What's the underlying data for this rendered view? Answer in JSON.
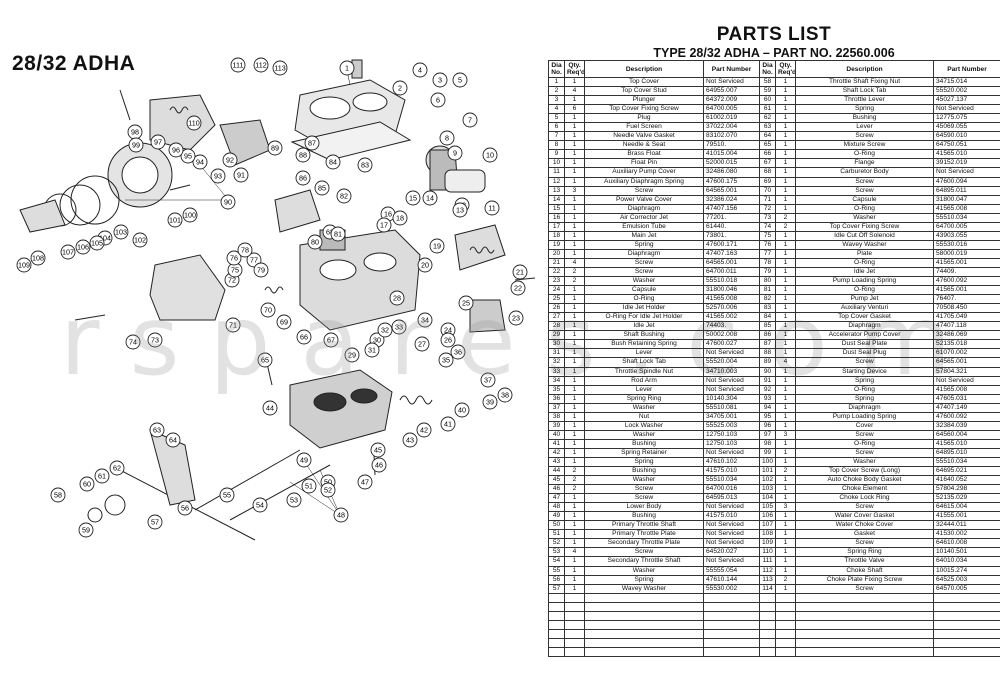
{
  "diagram": {
    "title": "28/32 ADHA",
    "callouts": [
      "1",
      "2",
      "3",
      "4",
      "5",
      "6",
      "7",
      "8",
      "9",
      "10",
      "11",
      "12",
      "13",
      "14",
      "15",
      "16",
      "17",
      "18",
      "19",
      "20",
      "21",
      "22",
      "23",
      "24",
      "25",
      "26",
      "27",
      "28",
      "29",
      "30",
      "31",
      "32",
      "33",
      "34",
      "35",
      "36",
      "37",
      "38",
      "39",
      "40",
      "41",
      "42",
      "43",
      "44",
      "45",
      "46",
      "47",
      "48",
      "49",
      "50",
      "51",
      "52",
      "53",
      "54",
      "55",
      "56",
      "57",
      "58",
      "59",
      "60",
      "61",
      "62",
      "63",
      "64",
      "65",
      "66",
      "67",
      "68",
      "69",
      "70",
      "71",
      "72",
      "73",
      "74",
      "75",
      "76",
      "77",
      "78",
      "79",
      "80",
      "81",
      "82",
      "83",
      "84",
      "85",
      "86",
      "87",
      "88",
      "89",
      "90",
      "91",
      "92",
      "93",
      "94",
      "95",
      "96",
      "97",
      "98",
      "99",
      "100",
      "101",
      "102",
      "103",
      "104",
      "105",
      "106",
      "107",
      "108",
      "109",
      "110",
      "111",
      "112",
      "113"
    ]
  },
  "watermark": "rspares.com",
  "parts_list": {
    "title": "PARTS LIST",
    "subtitle": "TYPE 28/32 ADHA  – PART NO. 22560.006",
    "headers": [
      "Dia No.",
      "Qty. Req'd",
      "Description",
      "Part Number"
    ],
    "left": [
      [
        "1",
        "1",
        "Top Cover",
        "Not Serviced"
      ],
      [
        "2",
        "4",
        "Top Cover Stud",
        "64955.007"
      ],
      [
        "3",
        "1",
        "Plunger",
        "64372.009"
      ],
      [
        "4",
        "6",
        "Top Cover Fixing Screw",
        "64700.005"
      ],
      [
        "5",
        "1",
        "Plug",
        "61002.019"
      ],
      [
        "6",
        "1",
        "Fuel Screen",
        "37022.004"
      ],
      [
        "7",
        "1",
        "Needle Valve Gasket",
        "83102.070"
      ],
      [
        "8",
        "1",
        "Needle & Seat",
        "79510."
      ],
      [
        "9",
        "1",
        "Brass Float",
        "41015.004"
      ],
      [
        "10",
        "1",
        "Float Pin",
        "52000.015"
      ],
      [
        "11",
        "1",
        "Auxiliary Pump Cover",
        "32486.080"
      ],
      [
        "12",
        "1",
        "Auxiliary Diaphragm Spring",
        "47600.175"
      ],
      [
        "13",
        "3",
        "Screw",
        "64565.001"
      ],
      [
        "14",
        "1",
        "Power Valve Cover",
        "32386.024"
      ],
      [
        "15",
        "1",
        "Diaphragm",
        "47407.156"
      ],
      [
        "16",
        "1",
        "Air Corrector Jet",
        "77201."
      ],
      [
        "17",
        "1",
        "Emulsion Tube",
        "61440."
      ],
      [
        "18",
        "1",
        "Main Jet",
        "73801."
      ],
      [
        "19",
        "1",
        "Spring",
        "47600.171"
      ],
      [
        "20",
        "1",
        "Diaphragm",
        "47407.163"
      ],
      [
        "21",
        "4",
        "Screw",
        "64565.001"
      ],
      [
        "22",
        "2",
        "Screw",
        "64700.011"
      ],
      [
        "23",
        "2",
        "Washer",
        "55510.018"
      ],
      [
        "24",
        "1",
        "Capsule",
        "31800.046"
      ],
      [
        "25",
        "1",
        "O-Ring",
        "41565.008"
      ],
      [
        "26",
        "1",
        "Idle Jet Holder",
        "52570.006"
      ],
      [
        "27",
        "1",
        "O-Ring For Idle Jet Holder",
        "41565.002"
      ],
      [
        "28",
        "1",
        "Idle Jet",
        "74403."
      ],
      [
        "29",
        "1",
        "Shaft Bushing",
        "50002.008"
      ],
      [
        "30",
        "1",
        "Bush Retaining Spring",
        "47600.027"
      ],
      [
        "31",
        "1",
        "Lever",
        "Not Serviced"
      ],
      [
        "32",
        "1",
        "Shaft Lock Tab",
        "55520.004"
      ],
      [
        "33",
        "1",
        "Throttle Spindle Nut",
        "34710.003"
      ],
      [
        "34",
        "1",
        "Rod Arm",
        "Not Serviced"
      ],
      [
        "35",
        "1",
        "Lever",
        "Not Serviced"
      ],
      [
        "36",
        "1",
        "Spring Ring",
        "10140.304"
      ],
      [
        "37",
        "1",
        "Washer",
        "55510.081"
      ],
      [
        "38",
        "1",
        "Nut",
        "34705.001"
      ],
      [
        "39",
        "1",
        "Lock Washer",
        "55525.003"
      ],
      [
        "40",
        "1",
        "Washer",
        "12750.103"
      ],
      [
        "41",
        "1",
        "Bushing",
        "12750.103"
      ],
      [
        "42",
        "1",
        "Spring Retainer",
        "Not Serviced"
      ],
      [
        "43",
        "1",
        "Spring",
        "47610.102"
      ],
      [
        "44",
        "2",
        "Bushing",
        "41575.010"
      ],
      [
        "45",
        "2",
        "Washer",
        "55510.034"
      ],
      [
        "46",
        "2",
        "Screw",
        "64700.016"
      ],
      [
        "47",
        "1",
        "Screw",
        "64595.013"
      ],
      [
        "48",
        "1",
        "Lower Body",
        "Not Serviced"
      ],
      [
        "49",
        "1",
        "Bushing",
        "41575.010"
      ],
      [
        "50",
        "1",
        "Primary Throttle Shaft",
        "Not Serviced"
      ],
      [
        "51",
        "1",
        "Primary Throttle Plate",
        "Not Serviced"
      ],
      [
        "52",
        "1",
        "Secondary Throttle Plate",
        "Not Serviced"
      ],
      [
        "53",
        "4",
        "Screw",
        "64520.027"
      ],
      [
        "54",
        "1",
        "Secondary Throttle Shaft",
        "Not Serviced"
      ],
      [
        "55",
        "1",
        "Washer",
        "55555.054"
      ],
      [
        "56",
        "1",
        "Spring",
        "47610.144"
      ],
      [
        "57",
        "1",
        "Wavey Washer",
        "55530.002"
      ]
    ],
    "right": [
      [
        "58",
        "1",
        "Throttle Shaft Fixing Nut",
        "34715.014"
      ],
      [
        "59",
        "1",
        "Shaft Lock Tab",
        "55520.002"
      ],
      [
        "60",
        "1",
        "Throttle Lever",
        "45027.137"
      ],
      [
        "61",
        "1",
        "Spring",
        "Not Serviced"
      ],
      [
        "62",
        "1",
        "Bushing",
        "12775.075"
      ],
      [
        "63",
        "1",
        "Lever",
        "45069.055"
      ],
      [
        "64",
        "1",
        "Screw",
        "64590.010"
      ],
      [
        "65",
        "1",
        "Mixture Screw",
        "64750.051"
      ],
      [
        "66",
        "1",
        "O-Ring",
        "41565.010"
      ],
      [
        "67",
        "1",
        "Flange",
        "39152.019"
      ],
      [
        "68",
        "1",
        "Carburetor Body",
        "Not Serviced"
      ],
      [
        "69",
        "1",
        "Screw",
        "47600.094"
      ],
      [
        "70",
        "1",
        "Screw",
        "64895.011"
      ],
      [
        "71",
        "1",
        "Capsule",
        "31800.047"
      ],
      [
        "72",
        "1",
        "O-Ring",
        "41565.008"
      ],
      [
        "73",
        "2",
        "Washer",
        "55510.034"
      ],
      [
        "74",
        "2",
        "Top Cover Fixing Screw",
        "64700.005"
      ],
      [
        "75",
        "1",
        "Idle Cut Off Solenoid",
        "43903.055"
      ],
      [
        "76",
        "1",
        "Wavey Washer",
        "55530.016"
      ],
      [
        "77",
        "1",
        "Plate",
        "58000.019"
      ],
      [
        "78",
        "1",
        "O-Ring",
        "41565.001"
      ],
      [
        "79",
        "1",
        "Idle Jet",
        "74409."
      ],
      [
        "80",
        "1",
        "Pump Loading Spring",
        "47600.092"
      ],
      [
        "81",
        "1",
        "O-Ring",
        "41565.001"
      ],
      [
        "82",
        "1",
        "Pump Jet",
        "76407."
      ],
      [
        "83",
        "1",
        "Auxiliary Venturi",
        "70508.450"
      ],
      [
        "84",
        "1",
        "Top Cover Gasket",
        "41705.049"
      ],
      [
        "85",
        "1",
        "Diaphragm",
        "47407.118"
      ],
      [
        "86",
        "1",
        "Accelerator Pump Cover",
        "32486.069"
      ],
      [
        "87",
        "1",
        "Dust Seal Plate",
        "52135.018"
      ],
      [
        "88",
        "1",
        "Dust Seal Plug",
        "61070.002"
      ],
      [
        "89",
        "4",
        "Screw",
        "64565.001"
      ],
      [
        "90",
        "1",
        "Starting Device",
        "57804.321"
      ],
      [
        "91",
        "1",
        "Spring",
        "Not Serviced"
      ],
      [
        "92",
        "1",
        "O-Ring",
        "41565.008"
      ],
      [
        "93",
        "1",
        "Spring",
        "47605.031"
      ],
      [
        "94",
        "1",
        "Diaphragm",
        "47407.149"
      ],
      [
        "95",
        "1",
        "Pump Loading Spring",
        "47600.092"
      ],
      [
        "96",
        "1",
        "Cover",
        "32384.039"
      ],
      [
        "97",
        "3",
        "Screw",
        "64560.004"
      ],
      [
        "98",
        "1",
        "O-Ring",
        "41565.010"
      ],
      [
        "99",
        "1",
        "Screw",
        "64895.010"
      ],
      [
        "100",
        "1",
        "Washer",
        "55510.034"
      ],
      [
        "101",
        "2",
        "Top Cover Screw (Long)",
        "64695.021"
      ],
      [
        "102",
        "1",
        "Auto Choke Body Gasket",
        "41640.052"
      ],
      [
        "103",
        "1",
        "Choke Element",
        "57804.298"
      ],
      [
        "104",
        "1",
        "Choke Lock Ring",
        "52135.029"
      ],
      [
        "105",
        "3",
        "Screw",
        "64615.004"
      ],
      [
        "106",
        "1",
        "Water Cover Gasket",
        "41555.001"
      ],
      [
        "107",
        "1",
        "Water Choke Cover",
        "32444.011"
      ],
      [
        "108",
        "1",
        "Gasket",
        "41530.002"
      ],
      [
        "109",
        "1",
        "Screw",
        "64610.008"
      ],
      [
        "110",
        "1",
        "Spring Ring",
        "10140.501"
      ],
      [
        "111",
        "1",
        "Throttle Valve",
        "64010.034"
      ],
      [
        "112",
        "1",
        "Choke Shaft",
        "10015.274"
      ],
      [
        "113",
        "2",
        "Choke Plate Fixing Screw",
        "64525.003"
      ],
      [
        "114",
        "1",
        "Screw",
        "64570.005"
      ]
    ]
  }
}
